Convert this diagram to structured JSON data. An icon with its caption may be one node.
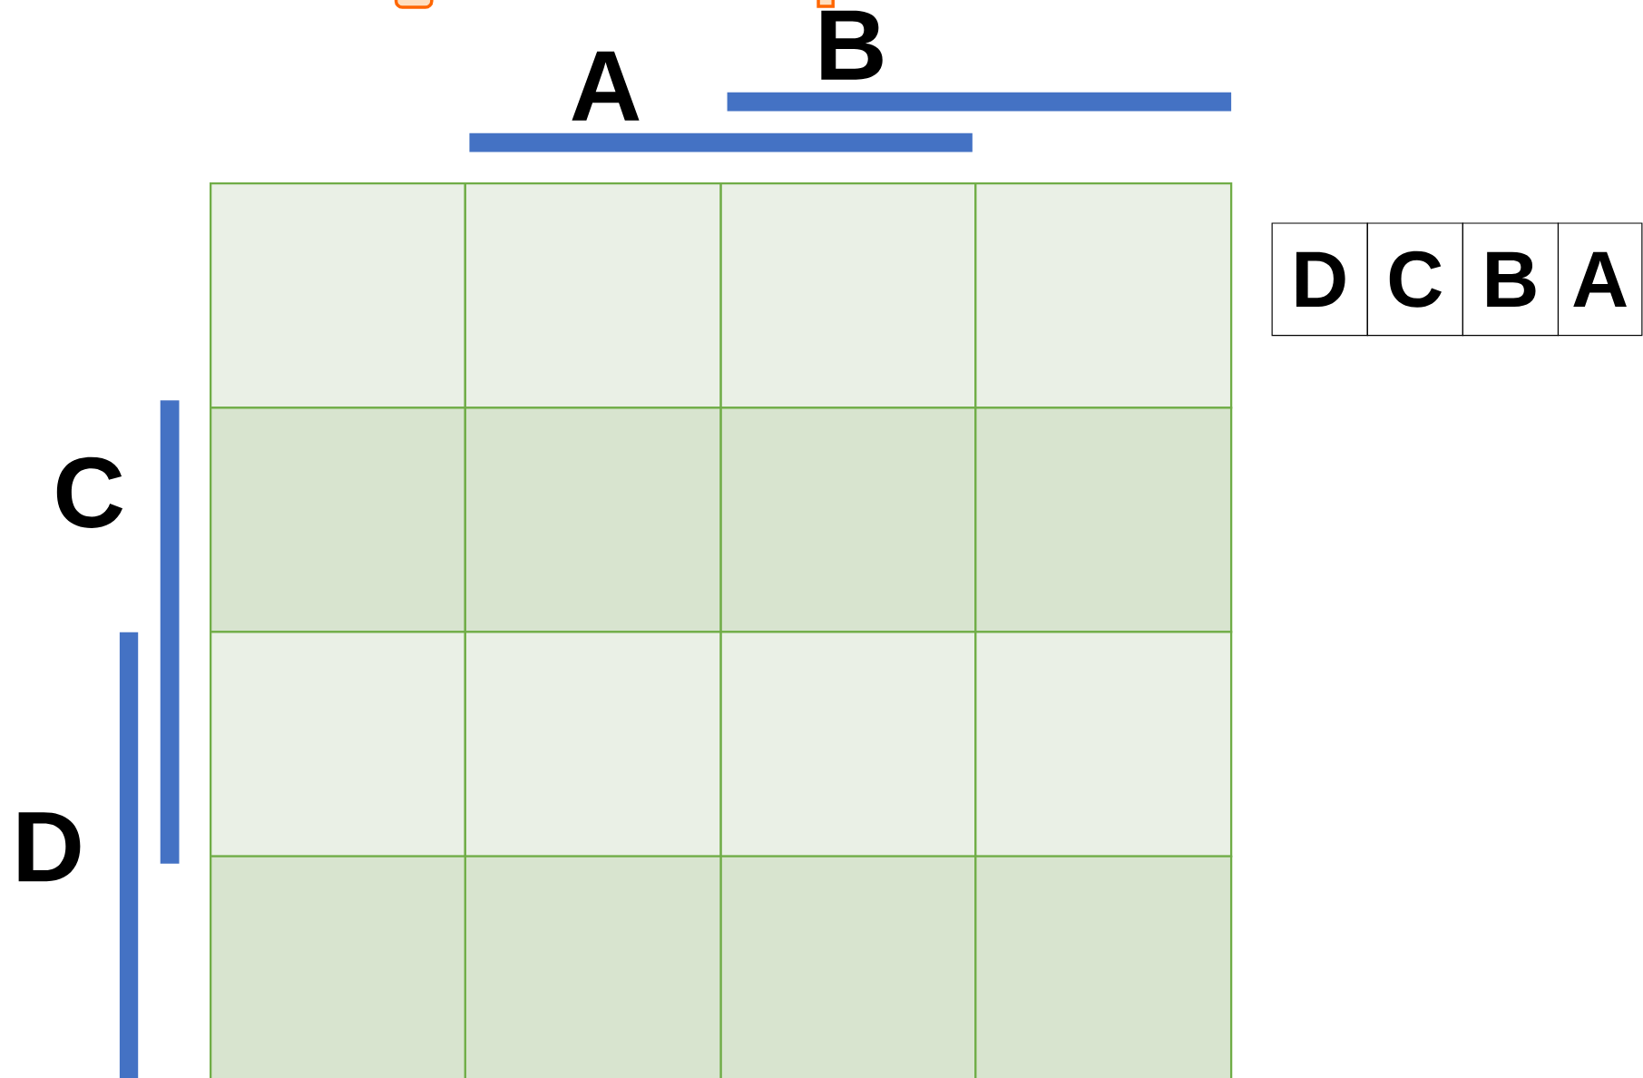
{
  "diagram": {
    "nodes": [
      {
        "text": [],
        "shape": "box"
      },
      {
        "text": [],
        "shape": "box"
      },
      {
        "text": [],
        "shape": "box"
      },
      {
        "text": [],
        "shape": "box"
      },
      {
        "text": [],
        "shape": "box"
      },
      {
        "text": [],
        "shape": "box"
      },
      {
        "text": [],
        "shape": "box"
      },
      {
        "text": [],
        "shape": "box"
      },
      {
        "text": [],
        "shape": "box"
      },
      {
        "text": [],
        "shape": "box"
      },
      {
        "text": [],
        "shape": "box"
      },
      {
        "text": [],
        "shape": "box"
      },
      {
        "text": [],
        "shape": "box"
      },
      {
        "text": [],
        "shape": "box"
      },
      {
        "text": [],
        "shape": "box"
      },
      {
        "text": [],
        "shape": "box"
      },
      {
        "text": [],
        "shape": "bar"
      },
      {
        "text": [],
        "shape": "bar"
      },
      {
        "text": [],
        "shape": "bar"
      },
      {
        "text": [],
        "shape": "bar"
      }
    ],
    "labels": [
      "B",
      "A",
      "C",
      "D",
      "D",
      "C",
      "B",
      "A"
    ]
  }
}
